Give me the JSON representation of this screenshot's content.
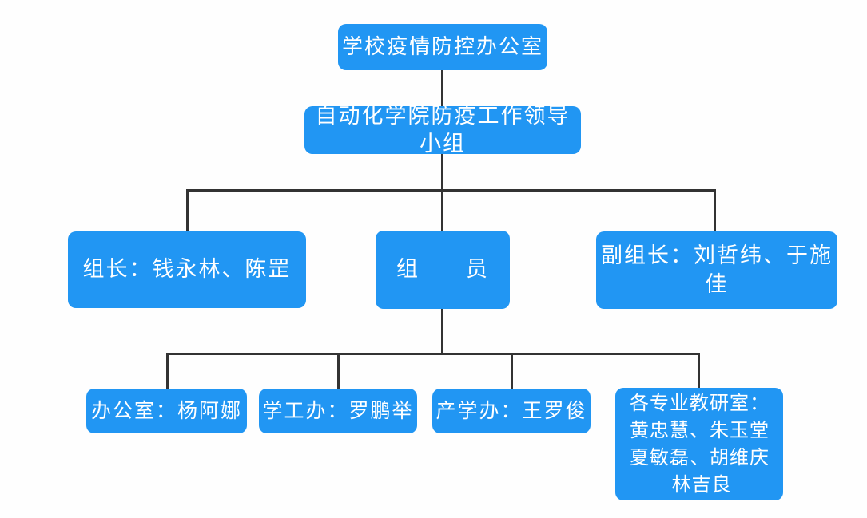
{
  "org_chart": {
    "colors": {
      "node_fill": "#2196F3",
      "node_text": "#ffffff",
      "connector": "#333333",
      "background": "#fefefe"
    },
    "nodes": {
      "root": {
        "label": "学校疫情防控办公室"
      },
      "leading_group": {
        "label": "自动化学院防疫工作领导小组"
      },
      "leader": {
        "label": "组长：钱永林、陈罡"
      },
      "members": {
        "label": "组　　员"
      },
      "deputy_leader": {
        "label": "副组长：刘哲纬、于施佳"
      },
      "office": {
        "label": "办公室：杨阿娜"
      },
      "student_affairs": {
        "label": "学工办：罗鹏举"
      },
      "industry_academia": {
        "label": "产学办：王罗俊"
      },
      "research_offices": {
        "lines": [
          "各专业教研室：",
          "黄忠慧、朱玉堂",
          "夏敏磊、胡维庆",
          "林吉良"
        ]
      }
    }
  }
}
